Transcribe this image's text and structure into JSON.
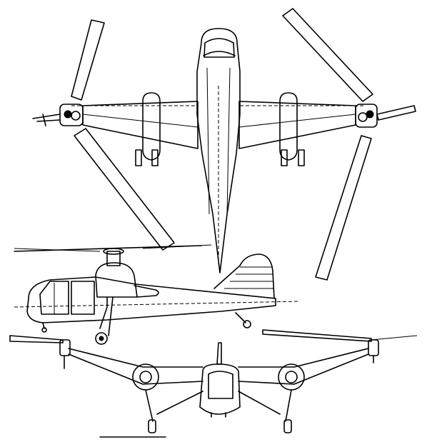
{
  "drawing": {
    "views": [
      "top-view",
      "side-view",
      "front-view"
    ],
    "colors": {
      "line": "#000000",
      "background": "#ffffff"
    }
  }
}
